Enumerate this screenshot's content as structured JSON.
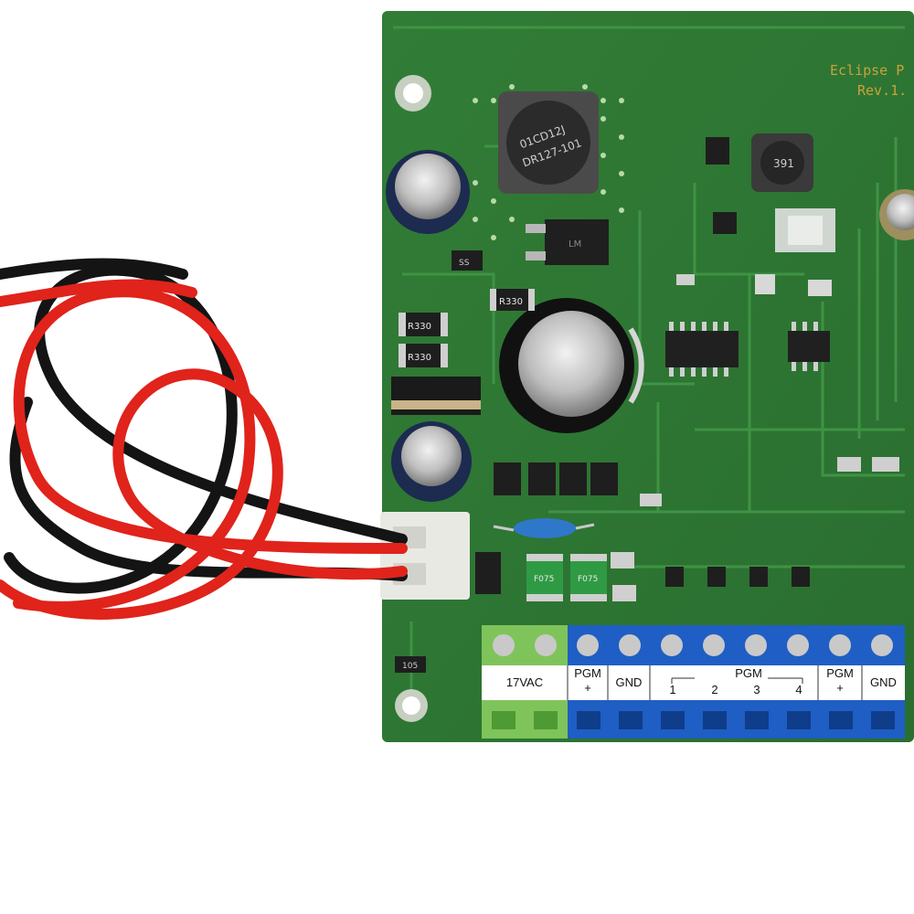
{
  "board": {
    "silkscreen_title": "Eclipse P",
    "silkscreen_rev": "Rev.1.",
    "colors": {
      "pcb": "#2f7a34",
      "trace": "#3f9344",
      "silk": "#c9a23a"
    }
  },
  "components": {
    "inductor_large": {
      "line1": "01CD12J",
      "line2": "DR127-101"
    },
    "inductor_small": {
      "marking": "391"
    },
    "regulator": {
      "marking": "LM"
    },
    "resistor_1": {
      "marking": "R330"
    },
    "resistor_2": {
      "marking": "R330"
    },
    "resistor_3": {
      "marking": "R330"
    },
    "diode_1": {
      "marking": "SS"
    },
    "fuse_1": {
      "marking": "F075"
    },
    "fuse_2": {
      "marking": "F075"
    },
    "small_part": {
      "marking": "105"
    }
  },
  "terminals": {
    "power_label": "17VAC",
    "pgm_plus_label": "PGM",
    "pgm_plus_sign": "+",
    "gnd_label": "GND",
    "pgm_group_label": "PGM",
    "pgm_numbers": [
      "1",
      "2",
      "3",
      "4"
    ],
    "pgm_plus2_label": "PGM",
    "pgm_plus2_sign": "+",
    "gnd2_label": "GND",
    "colors": {
      "green_block": "#7fc45a",
      "blue_block": "#1f5ec4"
    }
  },
  "wires": {
    "colors": {
      "red": "#e0231b",
      "black": "#141414"
    }
  }
}
